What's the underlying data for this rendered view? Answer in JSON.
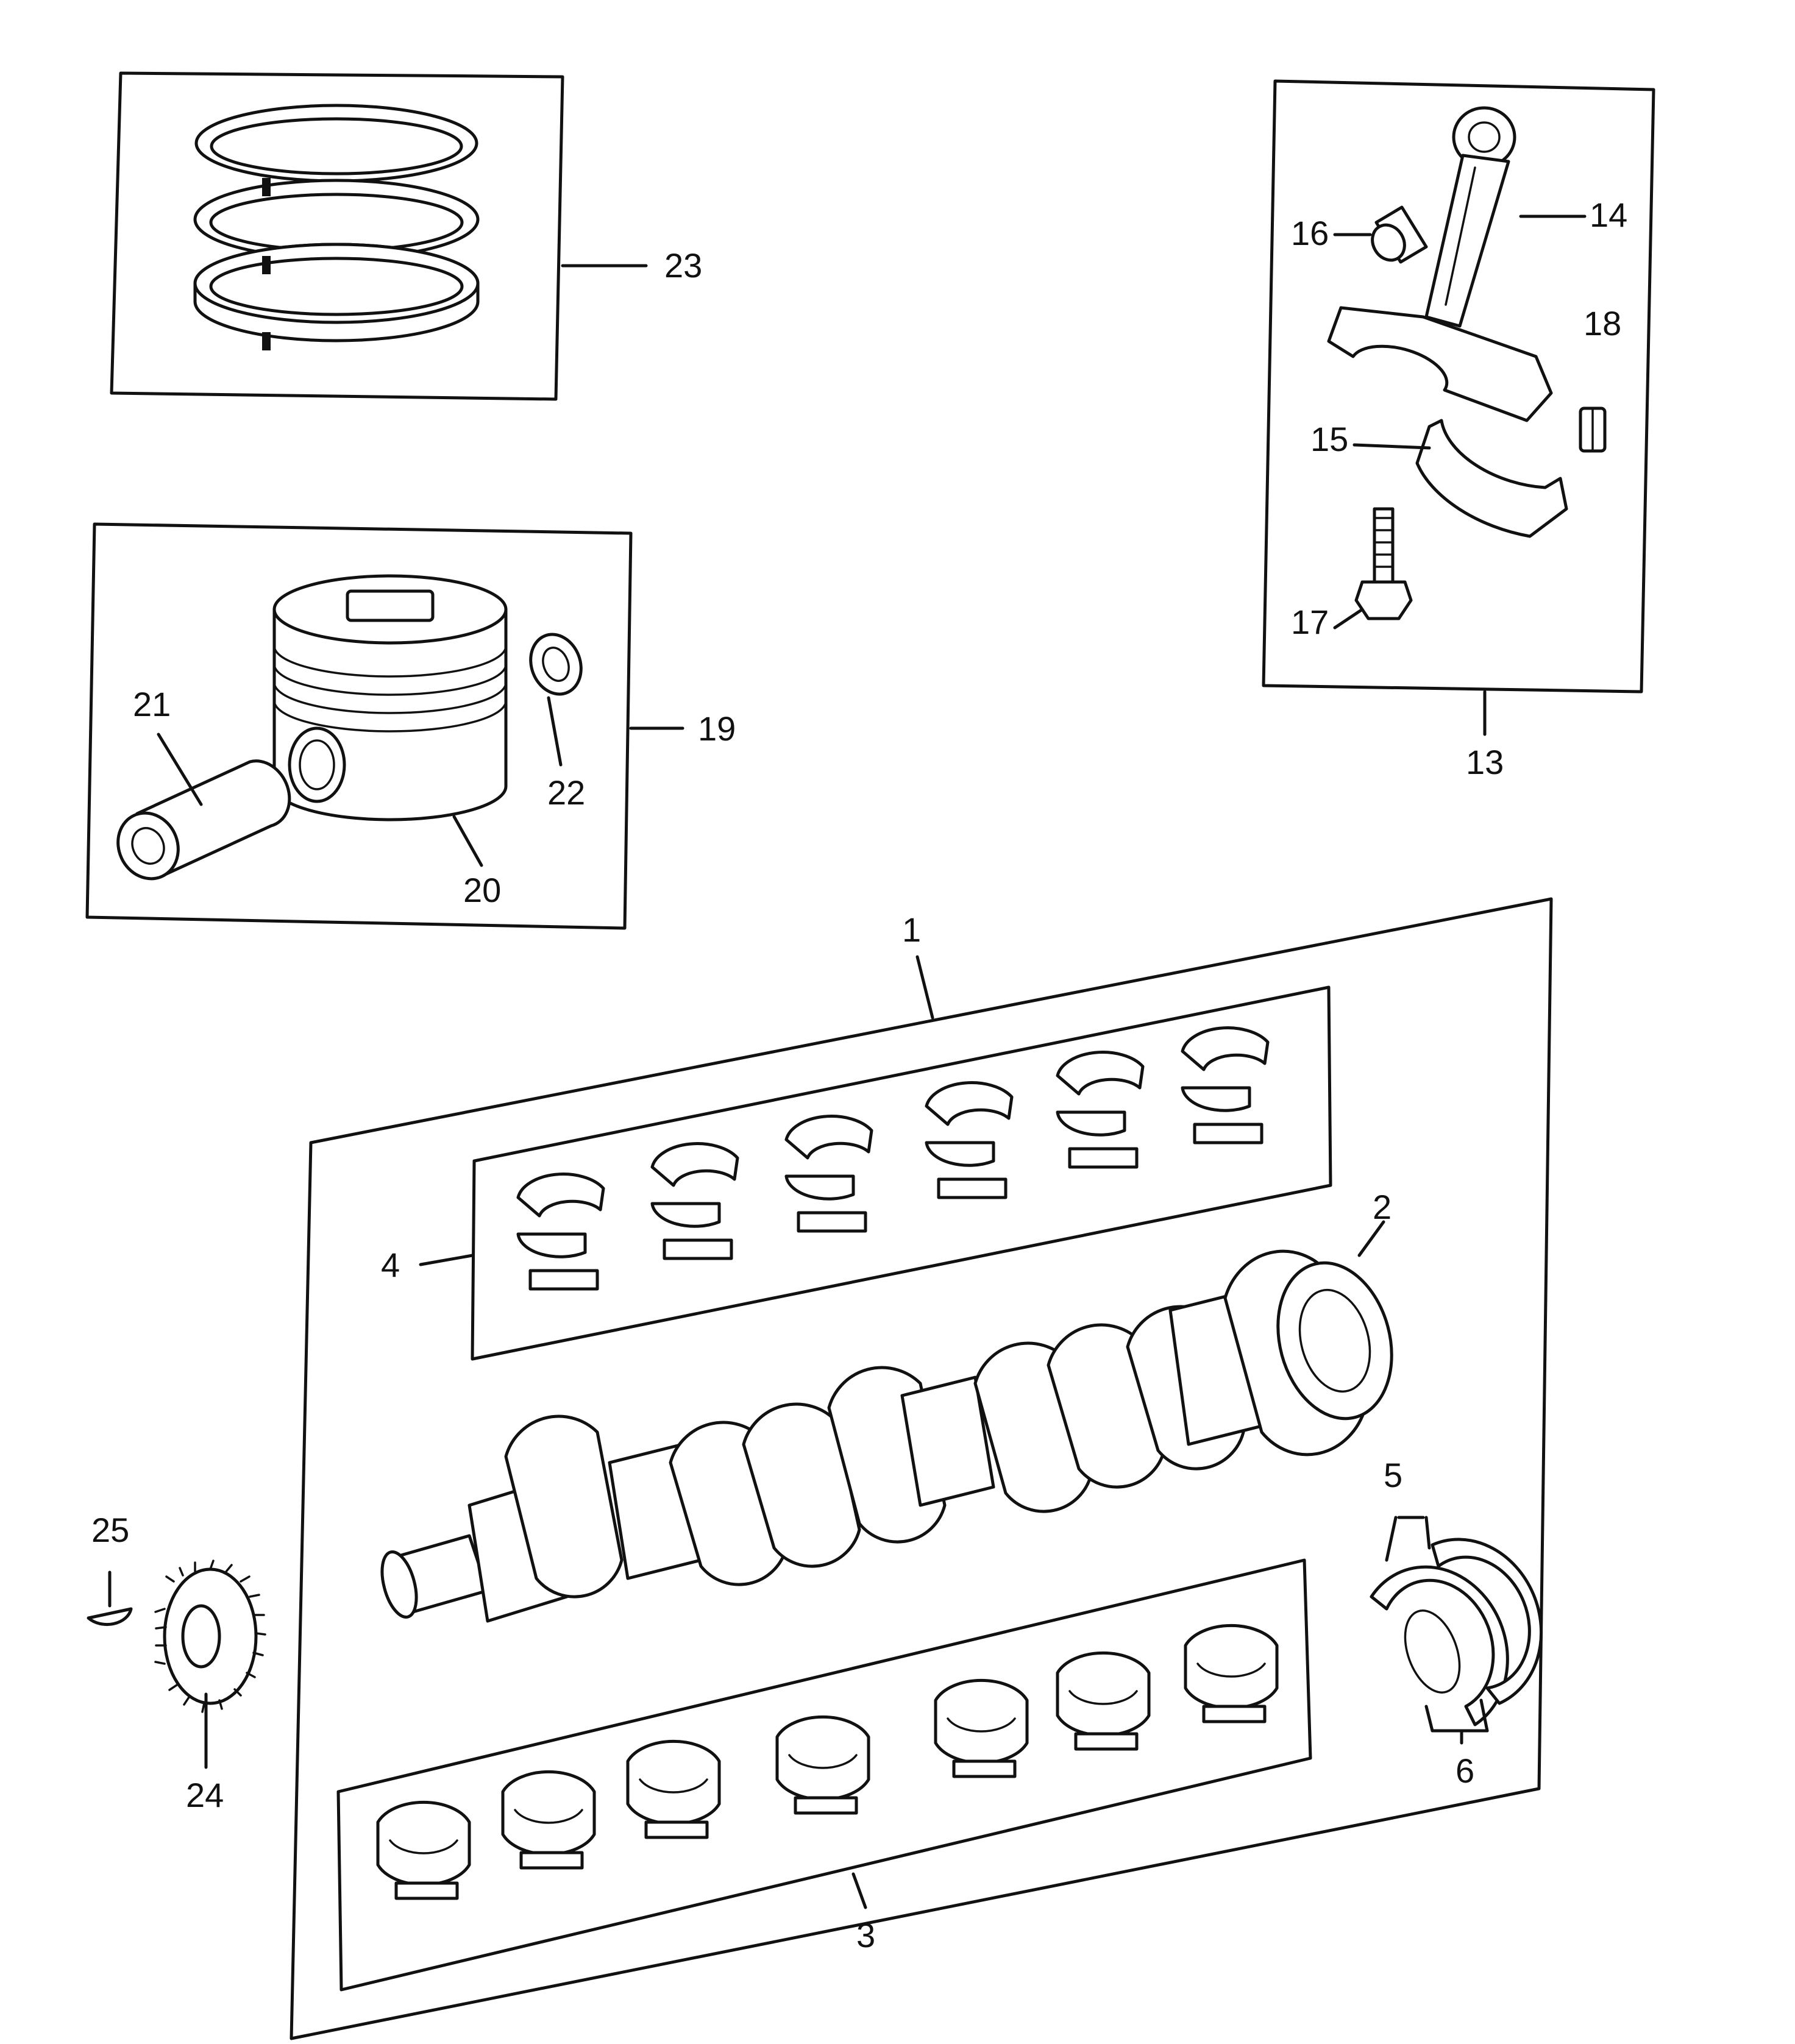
{
  "diagram": {
    "colors": {
      "line": "#111111",
      "background": "#ffffff"
    },
    "callouts": {
      "c1": "1",
      "c2": "2",
      "c3": "3",
      "c4": "4",
      "c5": "5",
      "c6": "6",
      "c13": "13",
      "c14": "14",
      "c15": "15",
      "c16": "16",
      "c17": "17",
      "c18": "18",
      "c19": "19",
      "c20": "20",
      "c21": "21",
      "c22": "22",
      "c23": "23",
      "c24": "24",
      "c25": "25"
    },
    "parts": {
      "crankshaft_set": "1",
      "crankshaft": "2",
      "lower_main_bearings": "3",
      "upper_main_bearings": "4",
      "thrust_washers_upper": "5",
      "thrust_washers_lower": "6",
      "connecting_rod_set": "13",
      "connecting_rod": "14",
      "rod_cap": "15",
      "small_end_bush": "16",
      "rod_bolt": "17",
      "rod_nut": "18",
      "piston_set": "19",
      "piston": "20",
      "piston_pin": "21",
      "circlip": "22",
      "piston_ring_set": "23",
      "crank_gear": "24",
      "woodruff_key": "25"
    }
  }
}
